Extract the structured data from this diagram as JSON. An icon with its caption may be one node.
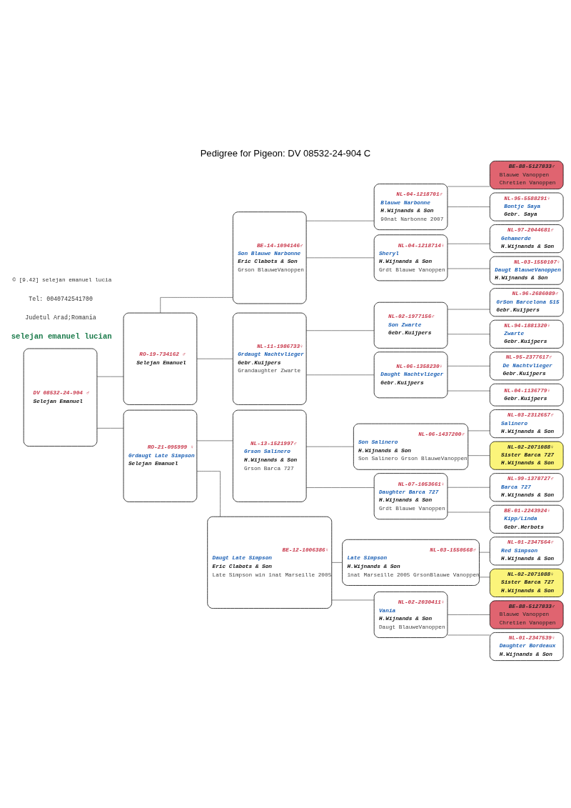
{
  "diagram": {
    "title": "Pedigree for Pigeon: DV 08532-24-904 C",
    "nodes": [
      {
        "text": [
          "DV 08532-24-904 ♂",
          "Selejan Emanuel"
        ]
      },
      {
        "text": [
          "RO-19-734162 ♂",
          "Selejan Emanuel"
        ]
      },
      {
        "text": [
          "RO-21-095999 ♀",
          "Grdaugt Late Simpson",
          "Selejan Emanuel"
        ]
      },
      {
        "text": [
          "BE-14-1094146♂",
          "Son Blauwe Narbonne",
          "Eric Clabots & Son",
          "Grson BlauweVanoppen"
        ]
      },
      {
        "text": [
          "NL-11-1986733♀",
          "Grdaugt Nachtvlieger",
          "Gebr.Kuijpers",
          "Grandaughter Zwarte"
        ]
      },
      {
        "text": [
          "NL-13-1521997♂",
          "Grson Salinero",
          "H.Wijnands & Son",
          "Grson Barca 727"
        ]
      },
      {
        "text": [
          "BE-12-1006386♀",
          "Daugt Late Simpson",
          "Eric Clabots & Son",
          "Late Simpson win 1nat Marseille 2005"
        ]
      },
      {
        "text": [
          "NL-04-1218701♂",
          "Blauwe Narbonne",
          "H.Wijnands & Son",
          "90nat Narbonne 2007"
        ]
      },
      {
        "text": [
          "NL-04-1218714♀",
          "Sheryl",
          "H.Wijnands & Son",
          "Grdt Blauwe Vanoppen"
        ]
      },
      {
        "text": [
          "NL-02-1977156♂",
          "Son Zwarte",
          "Gebr.Kuijpers"
        ]
      },
      {
        "text": [
          "NL-06-1358230♀",
          "Daught Nachtvlieger",
          "Gebr.Kuijpers"
        ]
      },
      {
        "text": [
          "NL-06-1437200♂",
          "Son Salinero",
          "H.Wijnands & Son",
          "Son Salinero Grson BlauweVanoppen"
        ]
      },
      {
        "text": [
          "NL-07-1053661♀",
          "Daughter Barca 727",
          "H.Wijnands & Son",
          "Grdt Blauwe Vanoppen"
        ]
      },
      {
        "text": [
          "NL-03-1550568♂",
          "Late Simpson",
          "H.Wijnands & Son",
          "1nat Marseille 2005 GrsonBlauwe Vanoppen"
        ]
      },
      {
        "text": [
          "NL-02-2030411♀",
          "Vania",
          "H.Wijnands & Son",
          "Daugt BlauweVanoppen"
        ]
      },
      {
        "text": [
          "BE-88-5127833♂",
          "Blauwe Vanoppen",
          "Chretien Vanoppen"
        ]
      },
      {
        "text": [
          "NL-95-5588291♀",
          "Bontje Saya",
          "Gebr. Saya"
        ]
      },
      {
        "text": [
          "NL-97-2044681♂",
          "Gehamerde",
          "H.Wijnands & Son"
        ]
      },
      {
        "text": [
          "NL-03-1550107♀",
          "Daugt BlauweVanoppen",
          "H.Wijnands & Son"
        ]
      },
      {
        "text": [
          "NL-96-2686089♂",
          "GrSon Barcelona 515",
          "Gebr.Kuijpers"
        ]
      },
      {
        "text": [
          "NL-94-1881320♀",
          "Zwarte",
          "Gebr.Kuijpers"
        ]
      },
      {
        "text": [
          "NL-95-2377617♂",
          "De Nachtvlieger",
          "Gebr.Kuijpers"
        ]
      },
      {
        "text": [
          "NL-04-1136779♀",
          "Gebr.Kuijpers"
        ]
      },
      {
        "text": [
          "NL-03-2312657♂",
          "Salinero",
          "H.Wijnands & Son"
        ]
      },
      {
        "text": [
          "NL-02-2071088♀",
          "Sister Barca 727",
          "H.Wijnands & Son"
        ]
      },
      {
        "text": [
          "NL-99-1378727♂",
          "Barca 727",
          "H.Wijnands & Son"
        ]
      },
      {
        "text": [
          "BE-01-2243924♀",
          "Kipp/Linda",
          "Gebr.Herbots"
        ]
      },
      {
        "text": [
          "NL-01-2347564♂",
          "Red Simpson",
          "H.Wijnands & Son"
        ]
      },
      {
        "text": [
          "NL-02-2071088♀",
          "Sister Barca 727",
          "H.Wijnands & Son"
        ]
      },
      {
        "text": [
          "BE-88-5127833♂",
          "Blauwe Vanoppen",
          "Chretien Vanoppen"
        ]
      },
      {
        "text": [
          "NL-01-2347539♀",
          "Daughter Bordeaux",
          "H.Wijnands & Son"
        ]
      }
    ],
    "edges": [
      {
        "from": 0,
        "to": 1,
        "arrow": "none"
      },
      {
        "from": 0,
        "to": 2,
        "arrow": "none"
      },
      {
        "from": 1,
        "to": 3,
        "arrow": "none"
      },
      {
        "from": 1,
        "to": 4,
        "arrow": "none"
      },
      {
        "from": 2,
        "to": 5,
        "arrow": "none"
      },
      {
        "from": 2,
        "to": 6,
        "arrow": "none"
      },
      {
        "from": 3,
        "to": 7,
        "arrow": "none"
      },
      {
        "from": 3,
        "to": 8,
        "arrow": "none"
      },
      {
        "from": 4,
        "to": 9,
        "arrow": "none"
      },
      {
        "from": 4,
        "to": 10,
        "arrow": "none"
      },
      {
        "from": 5,
        "to": 11,
        "arrow": "none"
      },
      {
        "from": 5,
        "to": 12,
        "arrow": "none"
      },
      {
        "from": 6,
        "to": 13,
        "arrow": "none"
      },
      {
        "from": 6,
        "to": 14,
        "arrow": "none"
      },
      {
        "from": 7,
        "to": 15,
        "arrow": "none"
      },
      {
        "from": 7,
        "to": 16,
        "arrow": "none"
      },
      {
        "from": 8,
        "to": 17,
        "arrow": "none"
      },
      {
        "from": 8,
        "to": 18,
        "arrow": "none"
      },
      {
        "from": 9,
        "to": 19,
        "arrow": "none"
      },
      {
        "from": 9,
        "to": 20,
        "arrow": "none"
      },
      {
        "from": 10,
        "to": 21,
        "arrow": "none"
      },
      {
        "from": 10,
        "to": 22,
        "arrow": "none"
      },
      {
        "from": 11,
        "to": 23,
        "arrow": "none"
      },
      {
        "from": 11,
        "to": 24,
        "arrow": "none"
      },
      {
        "from": 12,
        "to": 25,
        "arrow": "none"
      },
      {
        "from": 12,
        "to": 26,
        "arrow": "none"
      },
      {
        "from": 13,
        "to": 27,
        "arrow": "none"
      },
      {
        "from": 13,
        "to": 28,
        "arrow": "none"
      },
      {
        "from": 14,
        "to": 29,
        "arrow": "none"
      },
      {
        "from": 14,
        "to": 30,
        "arrow": "none"
      }
    ],
    "labels": [
      "selejan emanuel lucian",
      "Judetul Arad;Romania",
      "Tel: 0040742541700",
      "© [9.42] selejan emanuel lucia"
    ]
  }
}
